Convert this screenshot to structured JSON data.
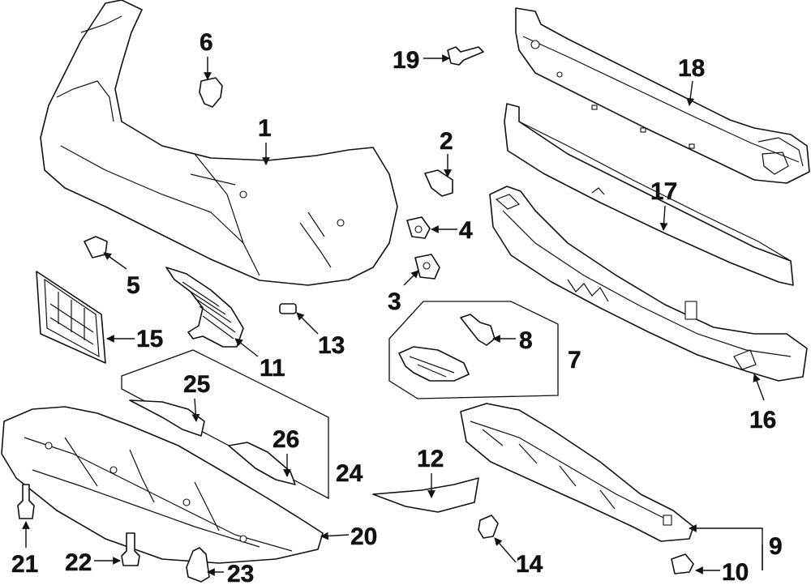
{
  "parts": {
    "p1": "1",
    "p2": "2",
    "p3": "3",
    "p4": "4",
    "p5": "5",
    "p6": "6",
    "p7": "7",
    "p8": "8",
    "p9": "9",
    "p10": "10",
    "p11": "11",
    "p12": "12",
    "p13": "13",
    "p14": "14",
    "p15": "15",
    "p16": "16",
    "p17": "17",
    "p18": "18",
    "p19": "19",
    "p20": "20",
    "p21": "21",
    "p22": "22",
    "p23": "23",
    "p24": "24",
    "p25": "25",
    "p26": "26"
  }
}
